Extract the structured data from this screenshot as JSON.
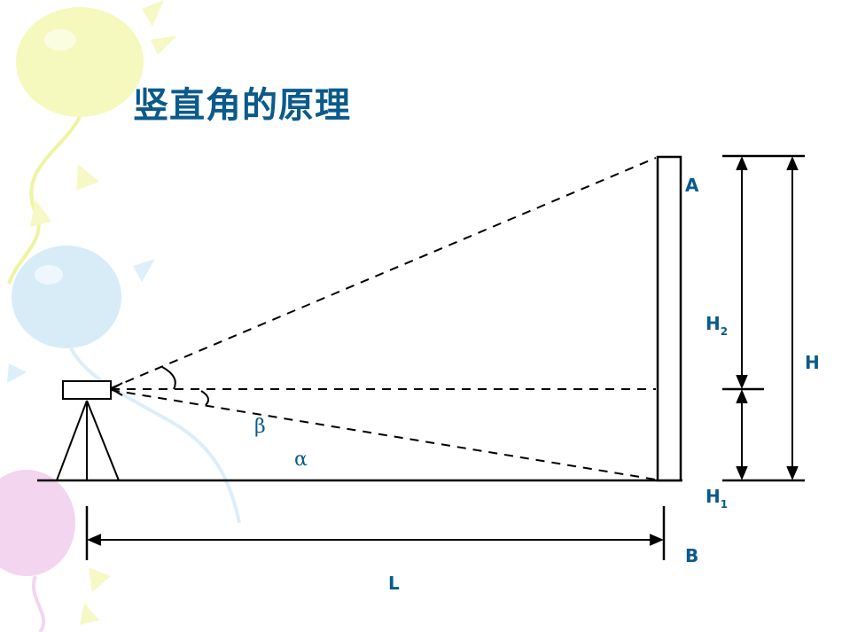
{
  "title": "竖直角的原理",
  "labels": {
    "A": "A",
    "B": "B",
    "H": "H",
    "H2_main": "H",
    "H2_sub": "2",
    "H1_main": "H",
    "H1_sub": "1",
    "L": "L",
    "beta": "β",
    "alpha": "α"
  },
  "colors": {
    "title": "#0B5A8C",
    "label": "#0B5A8C",
    "line": "#000000",
    "decor_yellow": "#F2F7A8",
    "decor_blue": "#CFE7F7",
    "decor_pink": "#F1CCEA"
  }
}
